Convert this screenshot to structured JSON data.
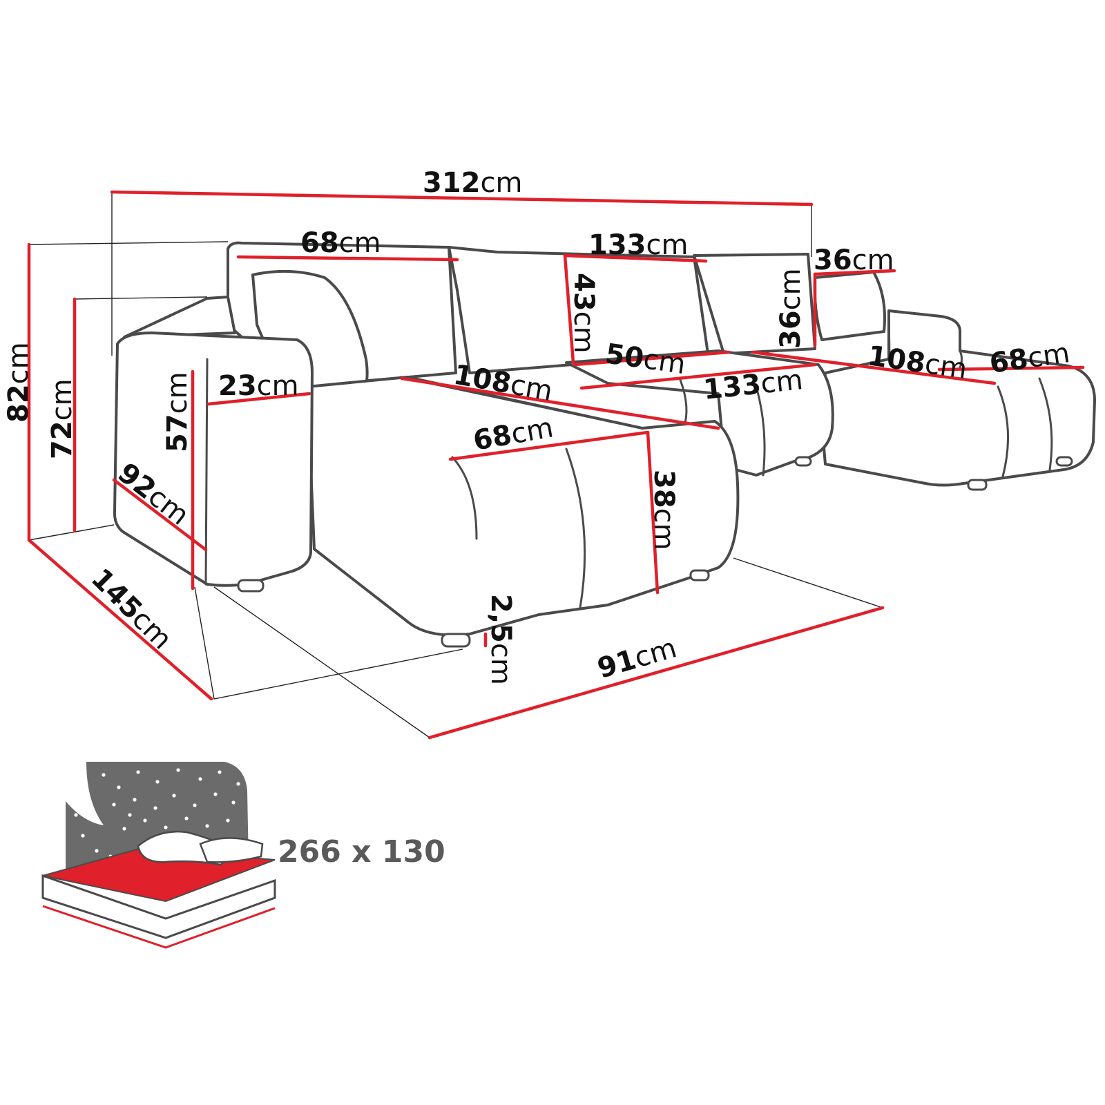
{
  "colors": {
    "dimension_line": "#e0202a",
    "outline": "#4a4a4a",
    "guide_line": "#222222",
    "night_sky": "#6b6b6b",
    "bed_sheet": "#e0202a"
  },
  "dimensions": [
    {
      "id": "total-width",
      "value": "312",
      "unit": "cm"
    },
    {
      "id": "left-back-width",
      "value": "68",
      "unit": "cm"
    },
    {
      "id": "middle-back-width",
      "value": "133",
      "unit": "cm"
    },
    {
      "id": "pillow-width",
      "value": "36",
      "unit": "cm"
    },
    {
      "id": "backrest-height",
      "value": "43",
      "unit": "cm"
    },
    {
      "id": "pillow-height",
      "value": "36",
      "unit": "cm"
    },
    {
      "id": "total-height",
      "value": "82",
      "unit": "cm"
    },
    {
      "id": "side-height",
      "value": "72",
      "unit": "cm"
    },
    {
      "id": "armrest-height",
      "value": "57",
      "unit": "cm"
    },
    {
      "id": "armrest-width",
      "value": "23",
      "unit": "cm"
    },
    {
      "id": "left-seat-depth",
      "value": "108",
      "unit": "cm"
    },
    {
      "id": "middle-seat-depth",
      "value": "50",
      "unit": "cm"
    },
    {
      "id": "middle-seat-width",
      "value": "133",
      "unit": "cm"
    },
    {
      "id": "right-seat-depth",
      "value": "108",
      "unit": "cm"
    },
    {
      "id": "right-seat-width",
      "value": "68",
      "unit": "cm"
    },
    {
      "id": "left-seat-width",
      "value": "68",
      "unit": "cm"
    },
    {
      "id": "armrest-depth",
      "value": "92",
      "unit": "cm"
    },
    {
      "id": "seat-height",
      "value": "38",
      "unit": "cm"
    },
    {
      "id": "total-depth",
      "value": "145",
      "unit": "cm"
    },
    {
      "id": "leg-height",
      "value": "2,5",
      "unit": "cm"
    },
    {
      "id": "chaise-width",
      "value": "91",
      "unit": "cm"
    }
  ],
  "sleeping_area": {
    "label": "266 x 130",
    "icon": "bed-night-icon"
  }
}
